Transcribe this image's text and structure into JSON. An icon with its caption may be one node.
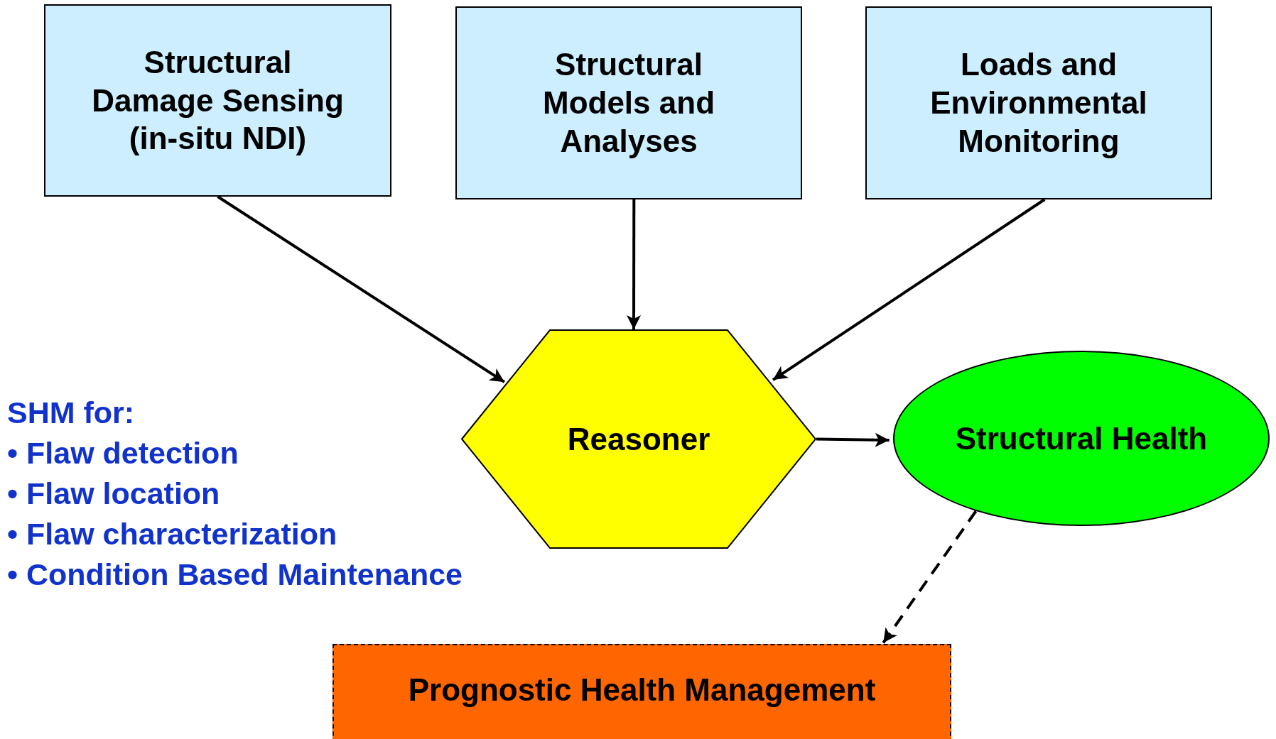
{
  "diagram": {
    "nodes": [
      {
        "text": [
          "Structural Damage Sensing (in-situ NDI)"
        ]
      },
      {
        "text": [
          "Structural Models and Analyses"
        ]
      },
      {
        "text": [
          "Loads and Environmental Monitoring"
        ]
      },
      {
        "text": [
          "Reasoner"
        ]
      },
      {
        "text": [
          "Structural Health"
        ]
      },
      {
        "text": [
          "Prognostic Health Management"
        ]
      }
    ],
    "edges": [
      {
        "from": 0,
        "to": 3,
        "arrow": "to"
      },
      {
        "from": 1,
        "to": 3,
        "arrow": "to"
      },
      {
        "from": 2,
        "to": 3,
        "arrow": "to"
      },
      {
        "from": 3,
        "to": 4,
        "arrow": "to"
      },
      {
        "from": 4,
        "to": 5,
        "arrow": "to",
        "style": "dashed"
      }
    ],
    "labels": [
      "SHM for:",
      "• Flaw detection",
      "• Flaw location",
      "• Flaw characterization",
      "• Condition Based Maintenance"
    ]
  }
}
